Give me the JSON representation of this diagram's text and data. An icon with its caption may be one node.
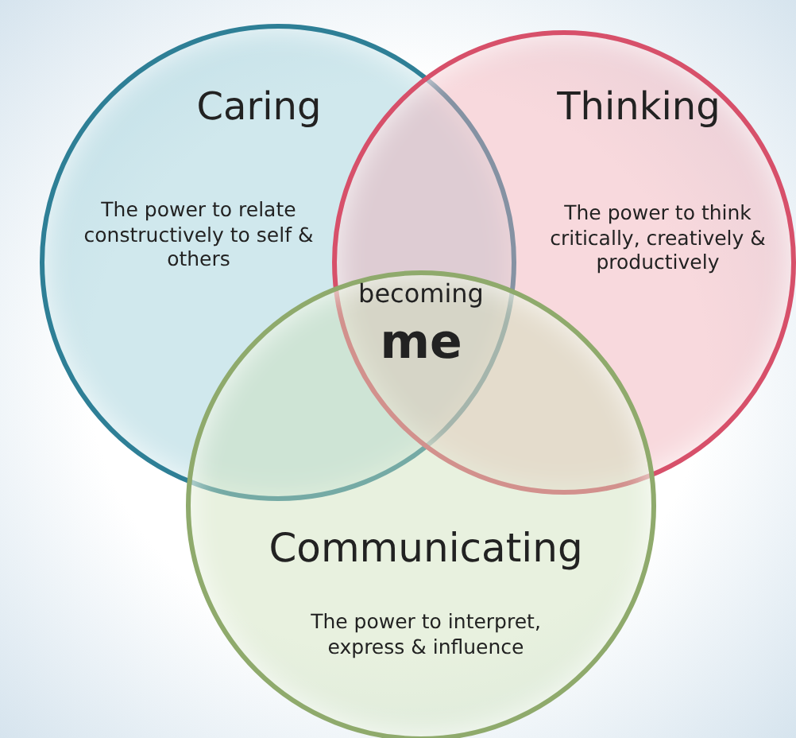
{
  "diagram": {
    "nodes": [
      {
        "text": [
          "Caring",
          "The power to relate constructively to self & others"
        ]
      },
      {
        "text": [
          "Thinking",
          "The power to think critically, creatively & productively"
        ]
      },
      {
        "text": [
          "Communicating",
          "The power to interpret, express & influence"
        ]
      },
      {
        "text": [
          "becoming",
          "me"
        ]
      }
    ],
    "edges": []
  }
}
